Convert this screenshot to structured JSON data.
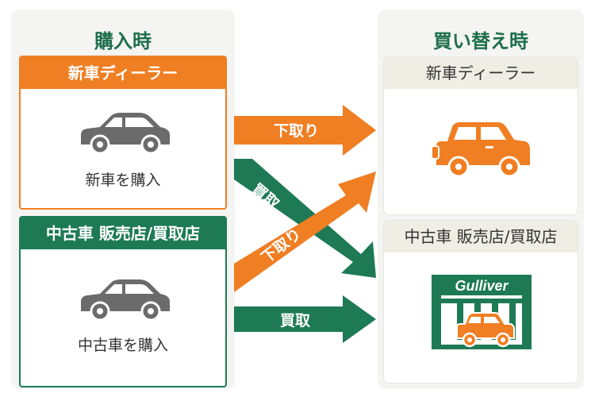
{
  "left_panel": {
    "title": "購入時",
    "new_dealer": {
      "header": "新車ディーラー",
      "caption": "新車を購入",
      "icon": "sedan-car-icon"
    },
    "used_dealer": {
      "header": "中古車 販売店/買取店",
      "caption": "中古車を購入",
      "icon": "sedan-car-icon"
    }
  },
  "right_panel": {
    "title": "買い替え時",
    "new_dealer": {
      "header": "新車ディーラー",
      "icon": "suv-car-icon"
    },
    "used_dealer": {
      "header": "中古車 販売店/買取店",
      "icon": "gulliver-store-icon",
      "store_sign": "Gulliver"
    }
  },
  "arrows": {
    "new_to_new": "下取り",
    "new_to_used": "買取",
    "used_to_new": "下取り",
    "used_to_used": "買取"
  },
  "colors": {
    "orange": "#f07e22",
    "green": "#1d7a55",
    "gray_car": "#6b6b6b"
  }
}
